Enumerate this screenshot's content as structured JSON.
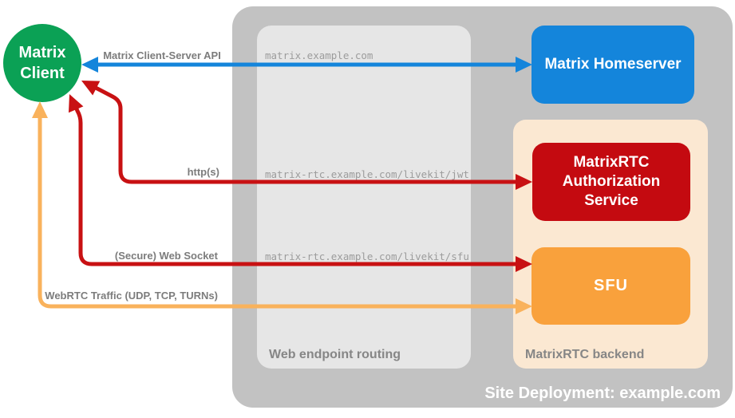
{
  "diagram": {
    "colors": {
      "container_gray": "#c2c2c2",
      "routing_panel_gray": "#e6e6e6",
      "backend_peach": "#fbe8d2",
      "client_green": "#0ba155",
      "homeserver_blue": "#1485db",
      "auth_red": "#c40a10",
      "sfu_orange": "#f9a13c",
      "label_gray": "#7c7c7c",
      "url_gray": "#9c9c9c",
      "white": "#ffffff"
    },
    "nodes": {
      "client": {
        "label": "Matrix Client"
      },
      "homeserver": {
        "label": "Matrix Homeserver"
      },
      "auth_service": {
        "label": "MatrixRTC Authorization Service"
      },
      "sfu": {
        "label": "SFU"
      }
    },
    "containers": {
      "site_deployment": {
        "label": "Site Deployment: example.com"
      },
      "web_endpoint_routing": {
        "label": "Web endpoint routing"
      },
      "matrixrtc_backend": {
        "label": "MatrixRTC backend"
      }
    },
    "endpoints": [
      {
        "url": "matrix.example.com"
      },
      {
        "url": "matrix-rtc.example.com/livekit/jwt"
      },
      {
        "url": "matrix-rtc.example.com/livekit/sfu"
      }
    ],
    "connections": [
      {
        "label": "Matrix Client-Server API",
        "color": "#1485db",
        "from": "Matrix Client",
        "to": "Matrix Homeserver",
        "bidirectional": true
      },
      {
        "label": "http(s)",
        "color": "#c81113",
        "from": "Matrix Client",
        "to": "MatrixRTC Authorization Service",
        "bidirectional": true
      },
      {
        "label": "(Secure) Web Socket",
        "color": "#c81113",
        "from": "Matrix Client",
        "to": "SFU",
        "bidirectional": true
      },
      {
        "label": "WebRTC Traffic (UDP, TCP, TURNs)",
        "color": "#f9b25c",
        "from": "Matrix Client",
        "to": "SFU",
        "bidirectional": true
      }
    ]
  }
}
